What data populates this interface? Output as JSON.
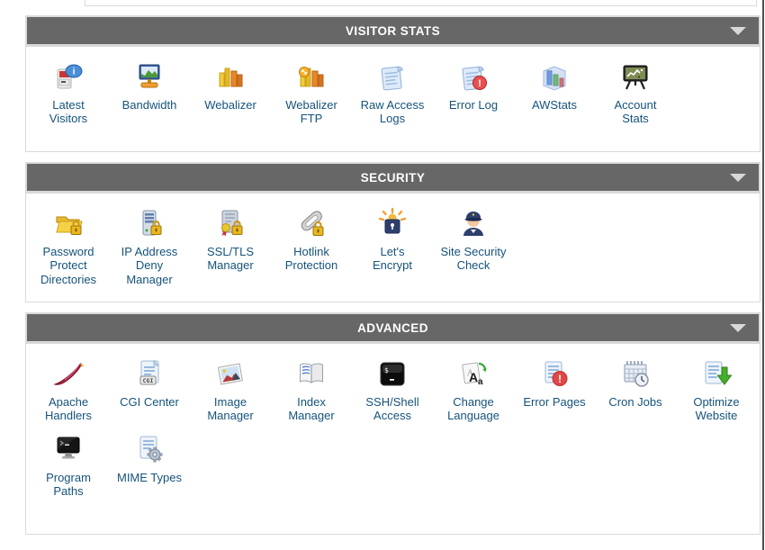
{
  "page": {
    "background": "#ffffff",
    "window_edge_color": "#4f4f4f"
  },
  "colors": {
    "header_bg": "#676767",
    "header_text": "#ffffff",
    "header_border": "#dadada",
    "box_border": "#d9d9d9",
    "label_color": "#15537b",
    "arrow_color": "#d8d8d8"
  },
  "sections": [
    {
      "id": "visitor-stats",
      "title": "VISITOR STATS",
      "collapse_icon": "chevron-down-icon",
      "items": [
        {
          "label": "Latest Visitors",
          "icon": "latest-visitors-icon"
        },
        {
          "label": "Bandwidth",
          "icon": "bandwidth-icon"
        },
        {
          "label": "Webalizer",
          "icon": "webalizer-icon"
        },
        {
          "label": "Webalizer FTP",
          "icon": "webalizer-ftp-icon"
        },
        {
          "label": "Raw Access Logs",
          "icon": "raw-access-logs-icon"
        },
        {
          "label": "Error Log",
          "icon": "error-log-icon"
        },
        {
          "label": "AWStats",
          "icon": "awstats-icon"
        },
        {
          "label": "Account Stats",
          "icon": "account-stats-icon"
        }
      ]
    },
    {
      "id": "security",
      "title": "SECURITY",
      "collapse_icon": "chevron-down-icon",
      "items": [
        {
          "label": "Password Protect Directories",
          "icon": "password-protect-directories-icon"
        },
        {
          "label": "IP Address Deny Manager",
          "icon": "ip-address-deny-manager-icon"
        },
        {
          "label": "SSL/TLS Manager",
          "icon": "ssl-tls-manager-icon"
        },
        {
          "label": "Hotlink Protection",
          "icon": "hotlink-protection-icon"
        },
        {
          "label": "Let's Encrypt",
          "icon": "lets-encrypt-icon"
        },
        {
          "label": "Site Security Check",
          "icon": "site-security-check-icon"
        }
      ]
    },
    {
      "id": "advanced",
      "title": "ADVANCED",
      "collapse_icon": "chevron-down-icon",
      "items": [
        {
          "label": "Apache Handlers",
          "icon": "apache-handlers-icon"
        },
        {
          "label": "CGI Center",
          "icon": "cgi-center-icon"
        },
        {
          "label": "Image Manager",
          "icon": "image-manager-icon"
        },
        {
          "label": "Index Manager",
          "icon": "index-manager-icon"
        },
        {
          "label": "SSH/Shell Access",
          "icon": "ssh-shell-access-icon"
        },
        {
          "label": "Change Language",
          "icon": "change-language-icon"
        },
        {
          "label": "Error Pages",
          "icon": "error-pages-icon"
        },
        {
          "label": "Cron Jobs",
          "icon": "cron-jobs-icon"
        },
        {
          "label": "Optimize Website",
          "icon": "optimize-website-icon"
        },
        {
          "label": "Program Paths",
          "icon": "program-paths-icon"
        },
        {
          "label": "MIME Types",
          "icon": "mime-types-icon"
        }
      ]
    }
  ]
}
